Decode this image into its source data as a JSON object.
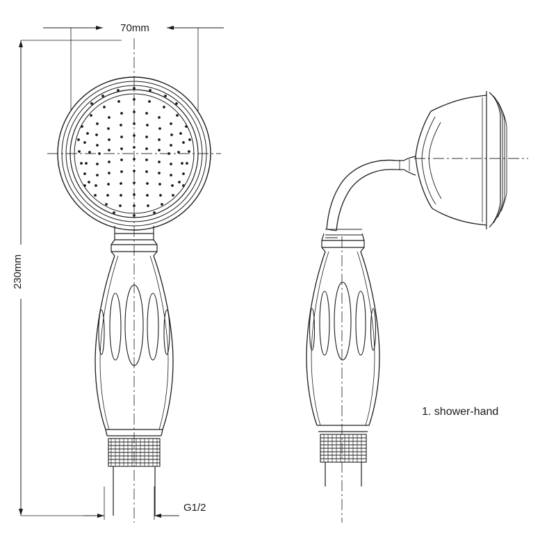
{
  "drawing": {
    "title_label": "1. shower-hand",
    "dimensions": {
      "width_label": "70mm",
      "height_label": "230mm",
      "thread_label": "G1/2"
    },
    "colors": {
      "line": "#1a1a1a",
      "background": "#ffffff",
      "thin_line": "#333333"
    },
    "views": [
      {
        "name": "front-view",
        "description": "front elevation of handheld shower head"
      },
      {
        "name": "side-view",
        "description": "side elevation of handheld shower head with wall bracket"
      }
    ]
  }
}
